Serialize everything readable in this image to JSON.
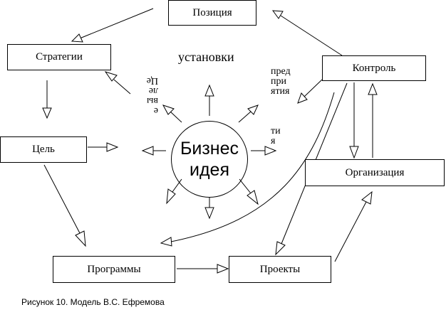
{
  "diagram": {
    "nodes": {
      "position": "Позиция",
      "strategies": "Стратегии",
      "control": "Контроль",
      "goal": "Цель",
      "organization": "Организация",
      "programs": "Программы",
      "projects": "Проекты"
    },
    "center": {
      "line1": "Бизнес",
      "line2": "идея"
    },
    "labels": {
      "installations": "установки",
      "enterprises": "пред\nпри\nятия",
      "tail": "ти\nя",
      "values_inverted": "е\nвы\nле\nЦе"
    },
    "caption": "Рисунок 10. Модель В.С. Ефремова"
  }
}
